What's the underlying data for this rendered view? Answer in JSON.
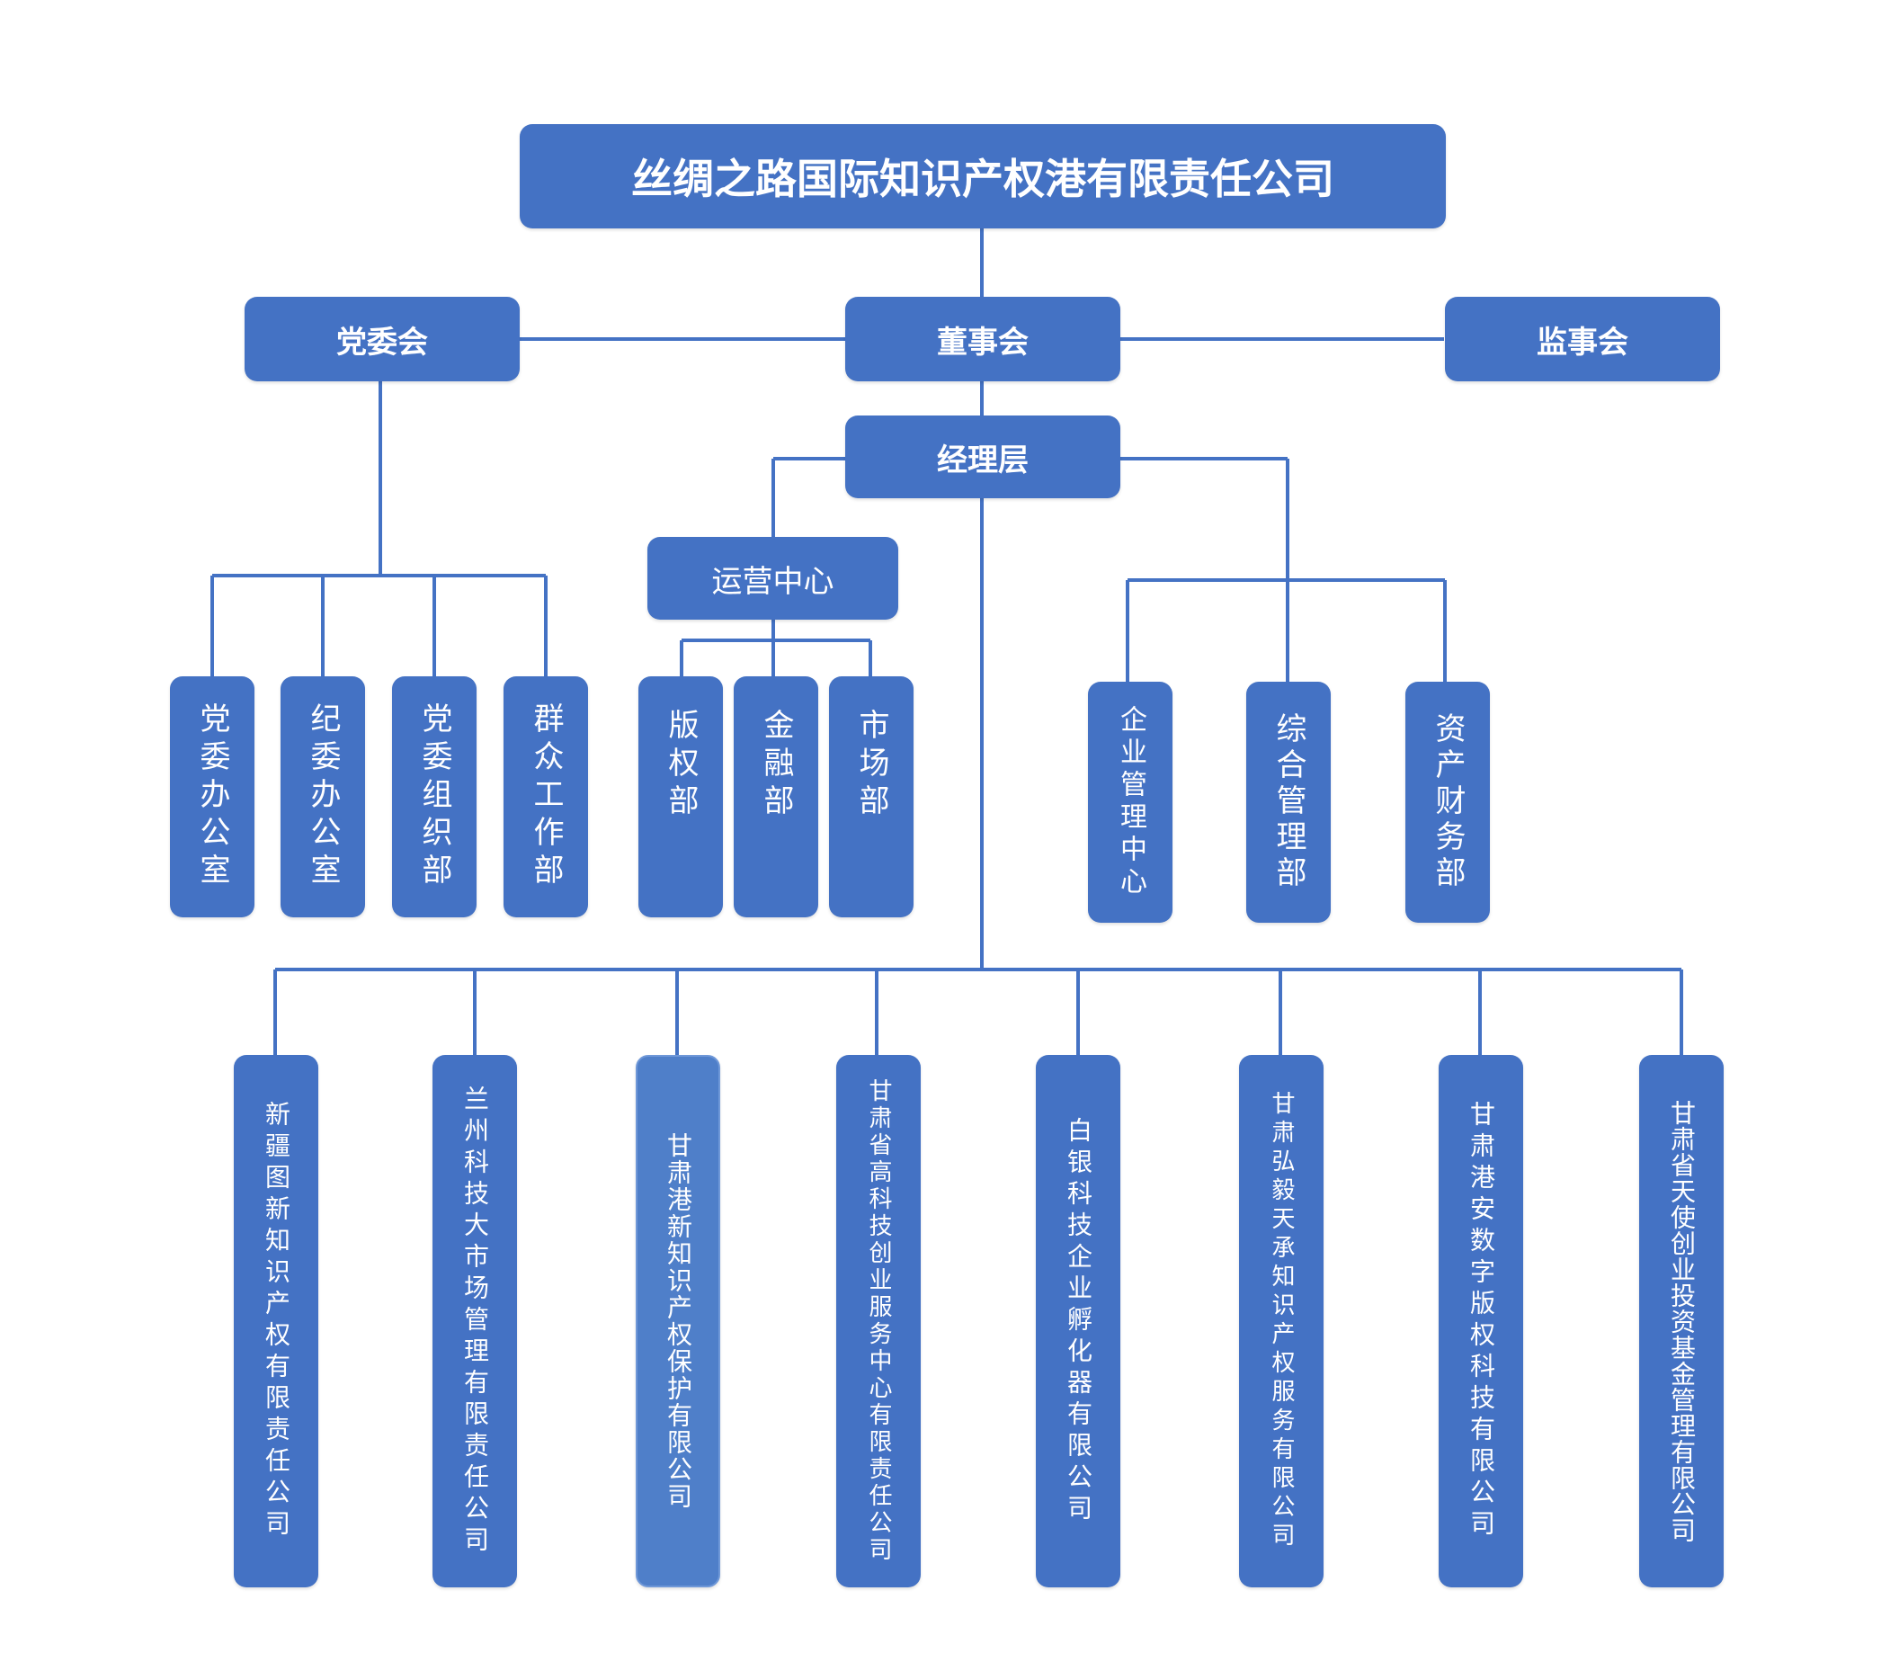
{
  "company": "丝绸之路国际知识产权港有限责任公司",
  "board": "董事会",
  "party_committee": "党委会",
  "supervisory_board": "监事会",
  "management": "经理层",
  "operations_center": "运营中心",
  "party_departments": [
    "党委办公室",
    "纪委办公室",
    "党委组织部",
    "群众工作部"
  ],
  "operations_departments": [
    "版权部",
    "金融部",
    "市场部"
  ],
  "management_departments": [
    "企业管理中心",
    "综合管理部",
    "资产财务部"
  ],
  "subsidiaries": [
    "新疆图新知识产权有限责任公司",
    "兰州科技大市场管理有限责任公司",
    "甘肃港新知识产权保护有限公司",
    "甘肃省高科技创业服务中心有限责任公司",
    "白银科技企业孵化器有限公司",
    "甘肃弘毅天承知识产权服务有限公司",
    "甘肃港安数字版权科技有限公司",
    "甘肃省天使创业投资基金管理有限公司"
  ],
  "colors": {
    "box": "#4472c4",
    "box_light": "#4f7fc9",
    "line": "#4472c4",
    "text": "#ffffff"
  }
}
